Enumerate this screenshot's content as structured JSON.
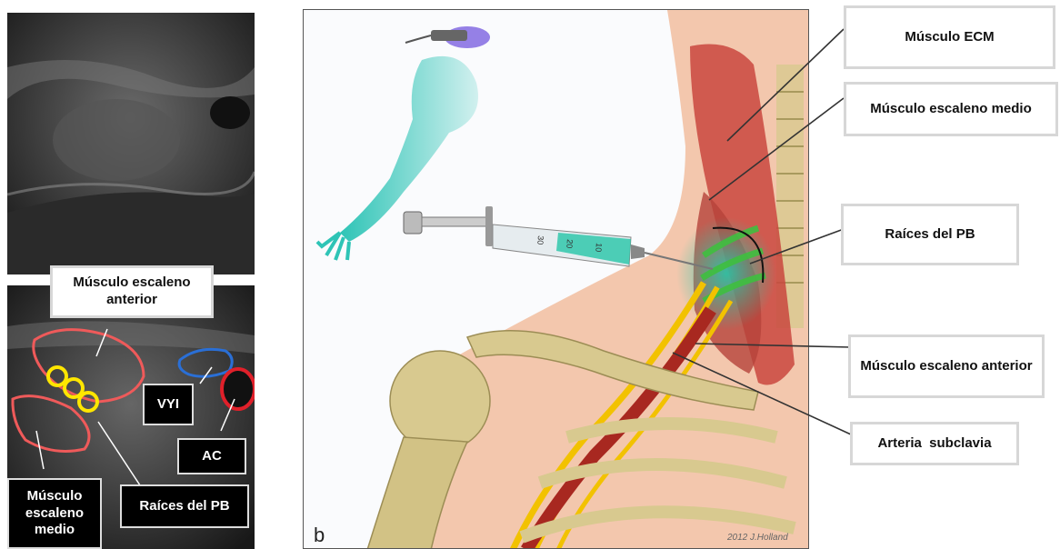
{
  "ultrasound": {
    "labels": {
      "muscle_anterior": "Músculo escaleno anterior",
      "vyi": "VYI",
      "ac": "AC",
      "muscle_middle": "Músculo escaleno medio",
      "roots": "Raíces del PB"
    }
  },
  "illustration": {
    "panel_letter": "b",
    "signature": "2012 J.Holland",
    "labels": {
      "ecm": "Músculo ECM",
      "middle_scalene": "Músculo escaleno medio",
      "roots": "Raíces del PB",
      "anterior_scalene": "Músculo escaleno anterior",
      "subclavian": "Arteria  subclavia"
    },
    "syringe_marks": [
      "30",
      "20",
      "10"
    ]
  },
  "colors": {
    "outline_red": "#ef5a5a",
    "outline_yellow": "#ffe600",
    "outline_blue": "#2a6fd6",
    "outline_darkred": "#e0202a",
    "muscle": "#c9463e",
    "nerve": "#f2c200",
    "bone": "#d8c98f",
    "skin": "#f3c7ad",
    "anesthetic": "#26c6a8",
    "arm": "#2ec4b6"
  }
}
